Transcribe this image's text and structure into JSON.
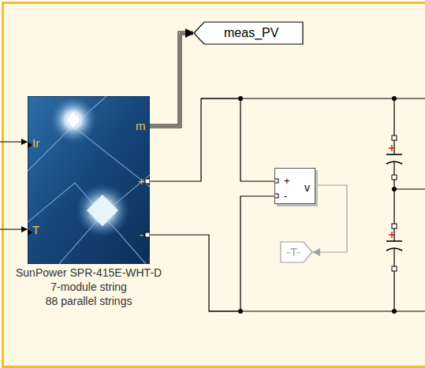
{
  "diagram": {
    "nodes": [
      {
        "text": [
          "Ir",
          "T",
          "m",
          "+",
          "-",
          "SunPower SPR-415E-WHT-D 7-module string 88 parallel strings"
        ]
      },
      {
        "text": [
          "meas_PV"
        ]
      },
      {
        "text": [
          "+",
          "-",
          "v"
        ]
      },
      {
        "text": [
          "-T-"
        ]
      }
    ],
    "edges": [
      {
        "from": 0,
        "to": 1,
        "arrow": "to"
      },
      {
        "from": 0,
        "to": 2,
        "arrow": "none"
      },
      {
        "from": 0,
        "to": 2,
        "arrow": "none"
      },
      {
        "from": 2,
        "to": 3,
        "arrow": "to"
      }
    ]
  }
}
